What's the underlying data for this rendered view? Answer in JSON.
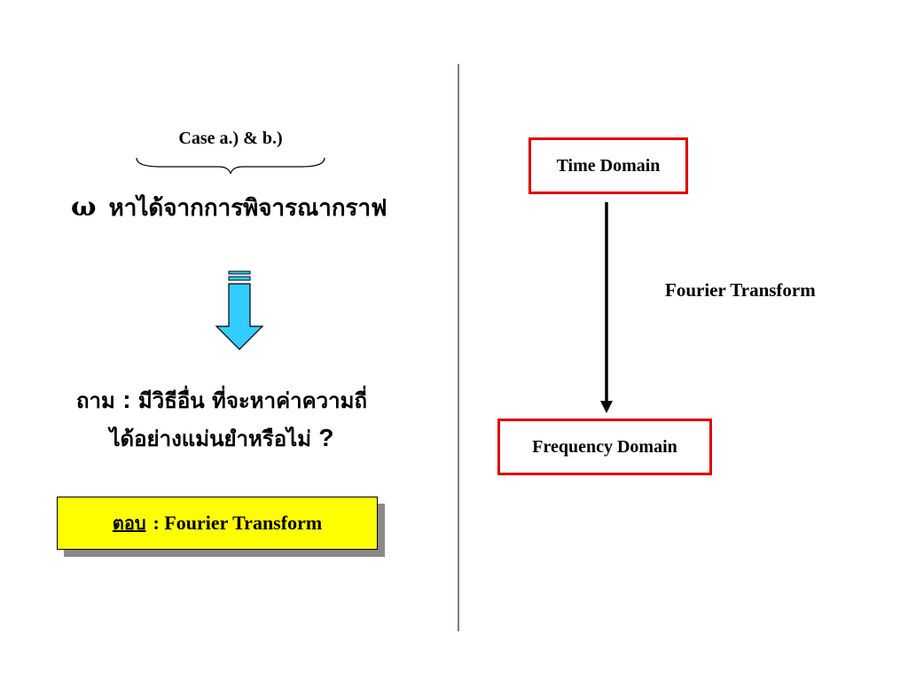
{
  "left": {
    "case_label": "Case   a.) & b.)",
    "omega_symbol": "ω",
    "omega_text": "หาได้จากการพิจารณากราฟ",
    "question_line1_prefix": "ถาม",
    "question_colon": ":",
    "question_line1_rest": "มีวิธีอื่น ที่จะหาค่าความถี่",
    "question_line2": "ได้อย่างแม่นยำหรือไม่",
    "question_mark": "?",
    "answer_prefix": "ตอบ",
    "answer_text": ":  Fourier Transform",
    "colors": {
      "answer_bg": "#ffff00",
      "arrow_fill": "#33ccff"
    }
  },
  "right": {
    "time_domain": "Time Domain",
    "frequency_domain": "Frequency Domain",
    "transform_label": "Fourier Transform",
    "colors": {
      "box_border": "#e00000",
      "arrow": "#000000"
    }
  }
}
